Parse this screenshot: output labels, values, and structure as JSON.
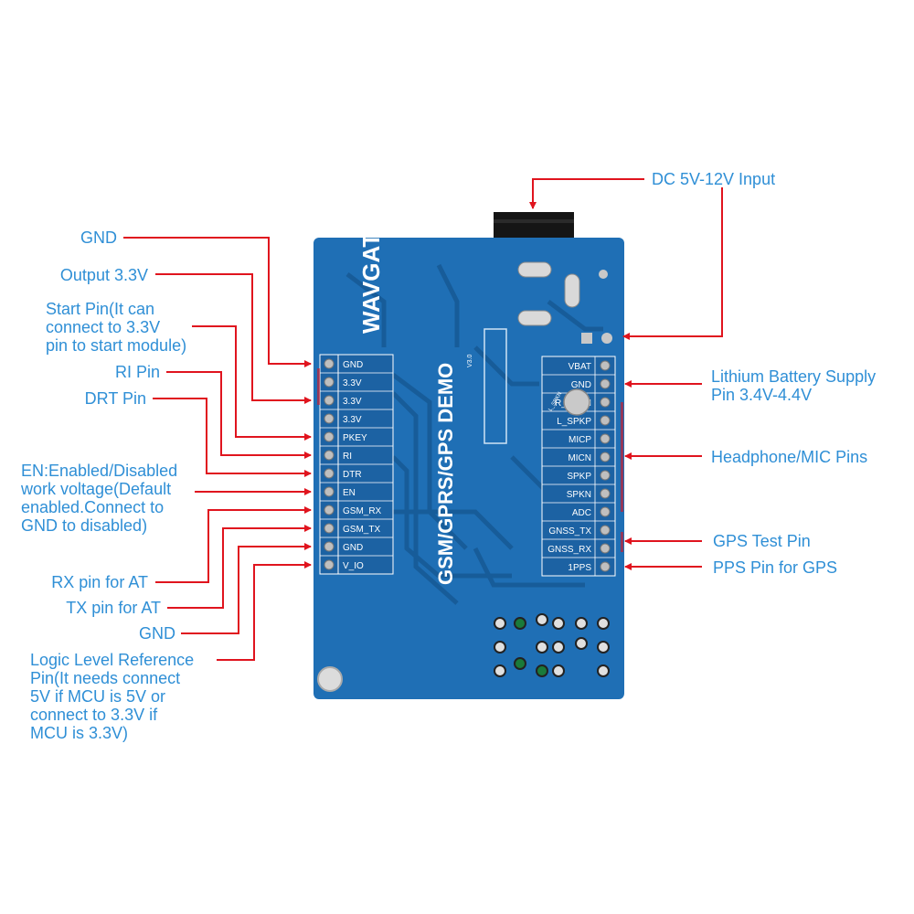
{
  "board": {
    "silkscreen_title": "GSM/GPRS/GPS DEMO",
    "silkscreen_version": "V3.0",
    "logo_text": "WAVGAT",
    "left_header_pins": [
      "GND",
      "3.3V",
      "3.3V",
      "3.3V",
      "PKEY",
      "RI",
      "DTR",
      "EN",
      "GSM_RX",
      "GSM_TX",
      "GND",
      "V_IO"
    ],
    "right_header_pins": [
      "VBAT",
      "GND",
      "R_SPKN",
      "L_SPKP",
      "MICP",
      "MICN",
      "SPKP",
      "SPKN",
      "ADC",
      "GNSS_TX",
      "GNSS_RX",
      "1PPS"
    ],
    "small_silk": "L_SPKN"
  },
  "colors": {
    "board": "#1f6fb5",
    "board_dark": "#175a96",
    "arrow": "#e0141e",
    "label": "#2f8fd6",
    "header_bg": "#1c62a3"
  },
  "annotations": {
    "dc_input": "DC 5V-12V Input",
    "gnd_top": "GND",
    "output_33": "Output 3.3V",
    "start_pin": "Start Pin(It can\nconnect to 3.3V\npin to start module)",
    "ri_pin": "RI Pin",
    "drt_pin": "DRT Pin",
    "en_pin": "EN:Enabled/Disabled\nwork voltage(Default\nenabled.Connect to\nGND to disabled)",
    "rx_pin": "RX pin for AT",
    "tx_pin": "TX pin for AT",
    "gnd_bottom": "GND",
    "logic_level": "Logic Level Reference\nPin(It needs connect\n5V if MCU is 5V or\nconnect to 3.3V if\nMCU is 3.3V)",
    "lithium": "Lithium Battery Supply\nPin 3.4V-4.4V",
    "headphone": "Headphone/MIC Pins",
    "gps_test": "GPS Test Pin",
    "pps": "PPS Pin for GPS"
  }
}
